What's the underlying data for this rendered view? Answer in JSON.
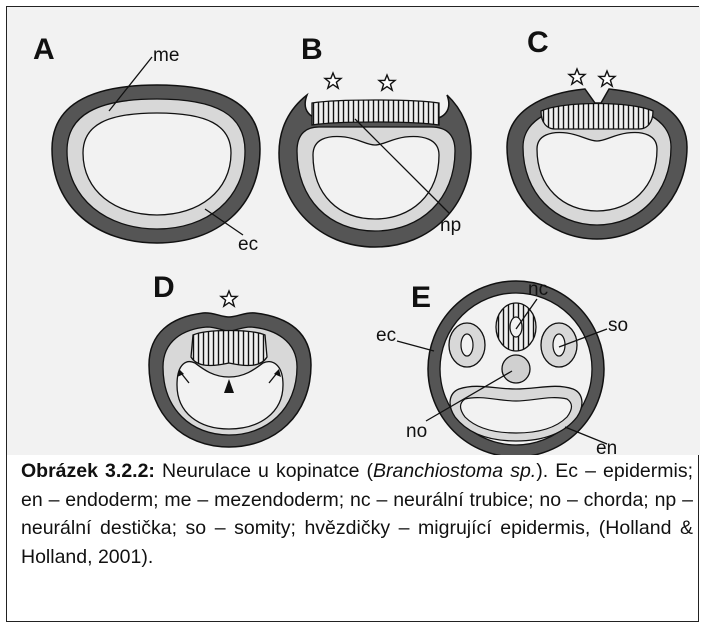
{
  "figure": {
    "colors": {
      "ectoderm": "#555555",
      "mesoderm": "#d8d8d8",
      "background": "#f2f2f2",
      "outline": "#111111"
    },
    "panels": {
      "A": {
        "letter": "A",
        "labels": {
          "me": "me",
          "ec": "ec"
        }
      },
      "B": {
        "letter": "B",
        "labels": {
          "np": "np"
        }
      },
      "C": {
        "letter": "C"
      },
      "D": {
        "letter": "D"
      },
      "E": {
        "letter": "E",
        "labels": {
          "nc": "nc",
          "so": "so",
          "ec": "ec",
          "no": "no",
          "en": "en"
        }
      }
    }
  },
  "caption": {
    "label": "Obrázek 3.2.2:",
    "text1": " Neurulace u kopinatce (",
    "species": "Branchiostoma sp.",
    "text2": "). Ec – epidermis; en – endoderm; me – mezendoderm; nc – neurální trubice; no – chorda; np – neurální destička; so – somity; hvězdičky – migrující epidermis, (Holland & Holland, 2001)."
  }
}
